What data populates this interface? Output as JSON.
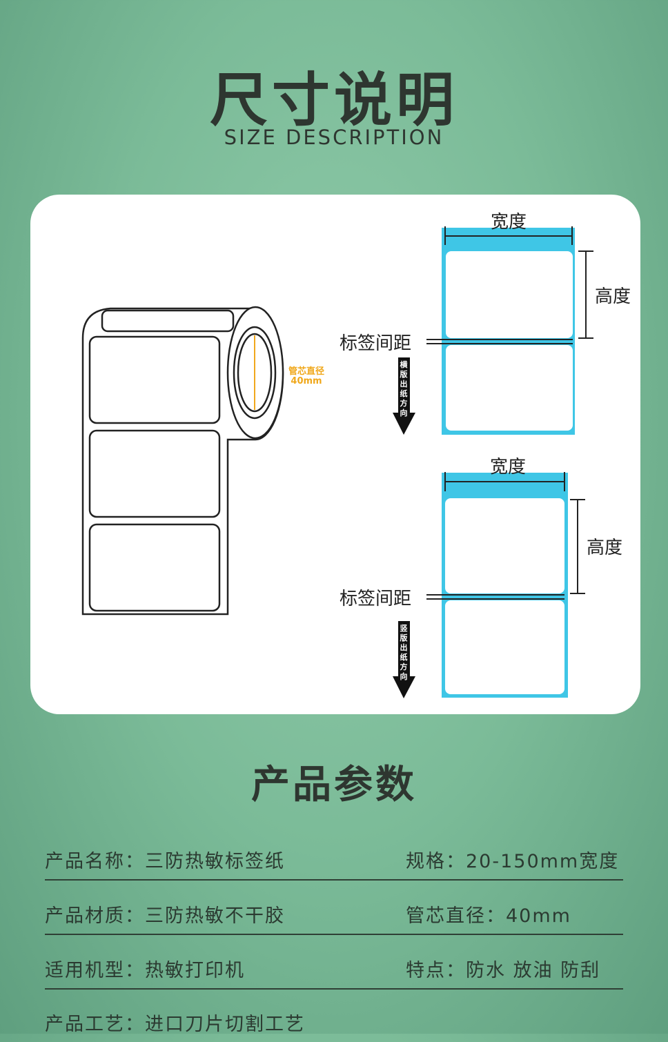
{
  "header": {
    "title": "尺寸说明",
    "subtitle": "SIZE DESCRIPTION"
  },
  "diagram": {
    "core_label": "管芯直径",
    "core_value": "40mm",
    "width": "宽度",
    "height": "高度",
    "gap": "标签间距",
    "horizontal_dir": [
      "横",
      "版",
      "出",
      "纸",
      "方",
      "向"
    ],
    "vertical_dir": [
      "竖",
      "版",
      "出",
      "纸",
      "方",
      "向"
    ],
    "accent": "#3fc6e6",
    "core_color": "#f0a81c"
  },
  "params": {
    "title": "产品参数",
    "rows": [
      {
        "left": "产品名称：三防热敏标签纸",
        "right": "规格：20-150mm宽度"
      },
      {
        "left": "产品材质：三防热敏不干胶",
        "right": "管芯直径：40mm"
      },
      {
        "left": "适用机型：热敏打印机",
        "right": "特点：防水 放油 防刮"
      },
      {
        "left": "产品工艺：进口刀片切割工艺",
        "right": ""
      }
    ]
  }
}
